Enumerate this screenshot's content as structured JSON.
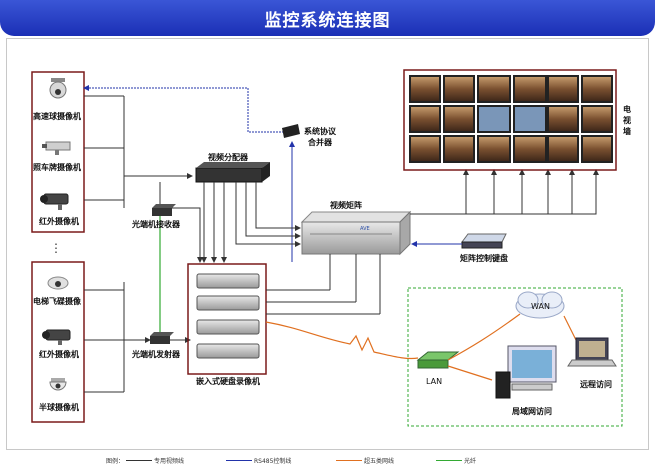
{
  "title": "监控系统连接图",
  "cameras_top": [
    {
      "label": "高速球摄像机",
      "icon": "speed-dome-camera-icon"
    },
    {
      "label": "照车牌摄像机",
      "icon": "plate-camera-icon"
    },
    {
      "label": "红外摄像机",
      "icon": "infrared-camera-icon"
    }
  ],
  "ellipsis": "⋮",
  "cameras_bottom": [
    {
      "label": "电梯飞碟摄像",
      "icon": "elevator-dome-camera-icon"
    },
    {
      "label": "红外摄像机",
      "icon": "infrared-camera-icon"
    },
    {
      "label": "半球摄像机",
      "icon": "half-dome-camera-icon"
    }
  ],
  "devices": {
    "protocol_converter": "系统协议合并器",
    "protocol_converter_l1": "系统协议",
    "protocol_converter_l2": "合并器",
    "video_distributor": "视频分配器",
    "optical_receiver": "光端机接收器",
    "optical_transmitter": "光端机发射器",
    "video_matrix": "视频矩阵",
    "matrix_keyboard": "矩阵控制键盘",
    "dvr": "嵌入式硬盘录像机",
    "tv_wall": "电视墙",
    "tv_wall_chars": [
      "电",
      "视",
      "墙"
    ],
    "wan": "WAN",
    "lan": "LAN",
    "remote_access": "远程访问",
    "lan_access": "局域网访问"
  },
  "legend": {
    "prefix": "图例：",
    "items": [
      {
        "label": "专用视频线",
        "color": "#333333"
      },
      {
        "label": "RS485控制线",
        "color": "#2233aa"
      },
      {
        "label": "超五类网线",
        "color": "#e07020"
      },
      {
        "label": "光纤",
        "color": "#33aa33"
      }
    ]
  },
  "colors": {
    "header": "#2a40c8",
    "video_line": "#333333",
    "control_line": "#2233aa",
    "network_line": "#e07020",
    "fiber_line": "#33aa33",
    "group_border": "#7a1a1a"
  }
}
